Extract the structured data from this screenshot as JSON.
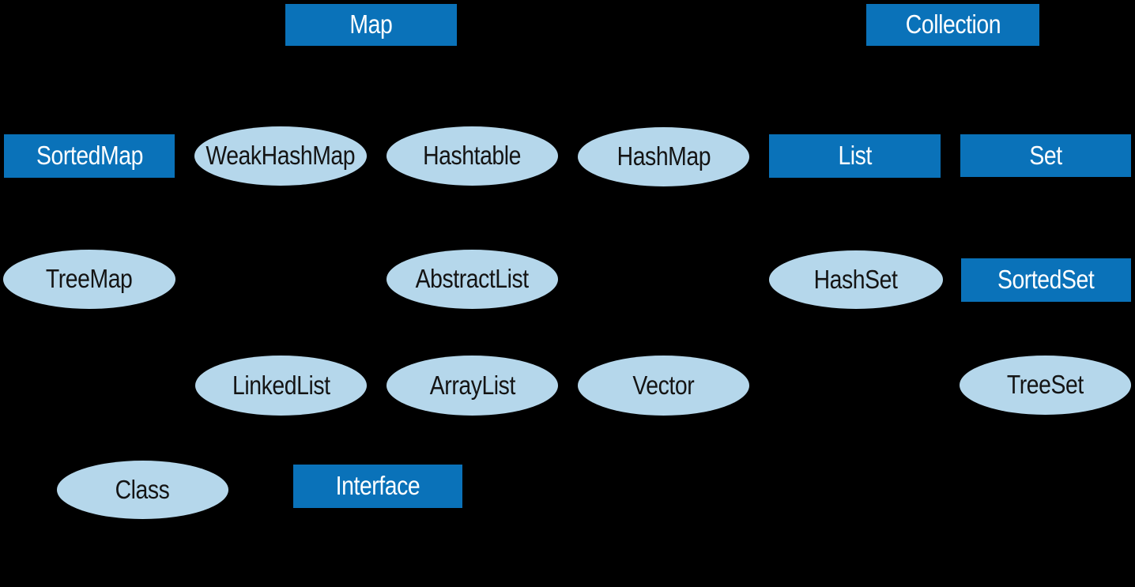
{
  "diagram": {
    "background": "#000000",
    "colors": {
      "interface_fill": "#0A72B9",
      "interface_text": "#FFFFFF",
      "class_fill": "#B5D7EB",
      "class_text": "#141414"
    },
    "nodes": [
      {
        "label": "Map",
        "kind": "interface"
      },
      {
        "label": "Collection",
        "kind": "interface"
      },
      {
        "label": "SortedMap",
        "kind": "interface"
      },
      {
        "label": "WeakHashMap",
        "kind": "class"
      },
      {
        "label": "Hashtable",
        "kind": "class"
      },
      {
        "label": "HashMap",
        "kind": "class"
      },
      {
        "label": "List",
        "kind": "interface"
      },
      {
        "label": "Set",
        "kind": "interface"
      },
      {
        "label": "TreeMap",
        "kind": "class"
      },
      {
        "label": "AbstractList",
        "kind": "class"
      },
      {
        "label": "HashSet",
        "kind": "class"
      },
      {
        "label": "SortedSet",
        "kind": "interface"
      },
      {
        "label": "LinkedList",
        "kind": "class"
      },
      {
        "label": "ArrayList",
        "kind": "class"
      },
      {
        "label": "Vector",
        "kind": "class"
      },
      {
        "label": "TreeSet",
        "kind": "class"
      }
    ],
    "legend": {
      "class_label": "Class",
      "interface_label": "Interface"
    }
  }
}
